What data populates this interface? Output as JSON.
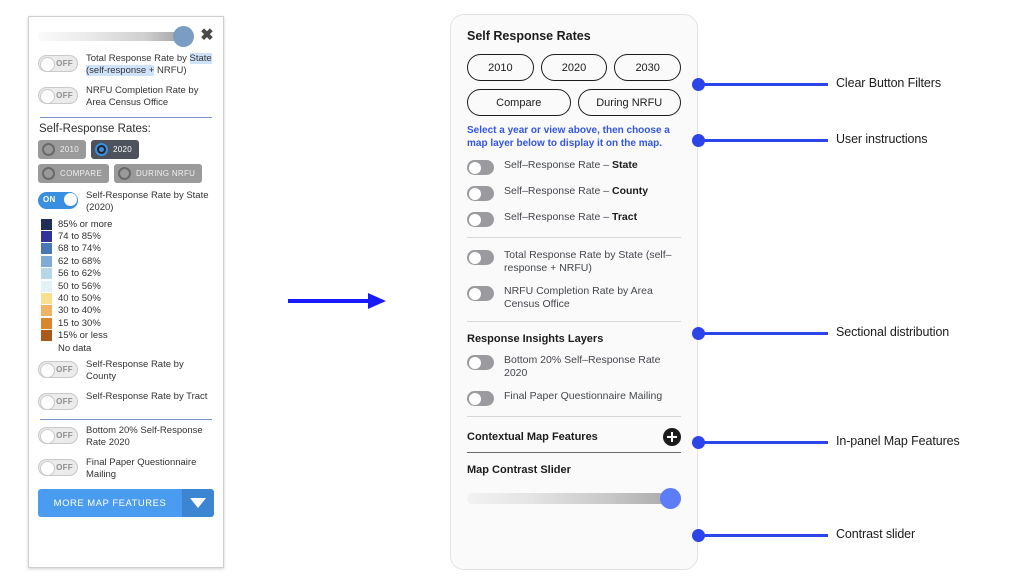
{
  "old_panel": {
    "close_icon": "close-icon",
    "slider": {
      "name": "map-contrast-slider",
      "value": 100
    },
    "toggles_top": [
      {
        "state": "OFF",
        "label_pre": "Total Response Rate by ",
        "label_hl": "State (self-response +",
        "label_post": " NRFU)"
      },
      {
        "state": "OFF",
        "label": "NRFU Completion Rate by Area Census Office"
      }
    ],
    "heading": "Self-Response Rates:",
    "radios": [
      {
        "label": "2010",
        "selected": false
      },
      {
        "label": "2020",
        "selected": true
      },
      {
        "label": "COMPARE",
        "selected": false
      },
      {
        "label": "DURING NRFU",
        "selected": false
      }
    ],
    "active_layer": {
      "state": "ON",
      "label": "Self-Response Rate by State (2020)"
    },
    "legend": [
      {
        "label": "85% or more",
        "color": "#1f2f55"
      },
      {
        "label": "74 to 85%",
        "color": "#33339c"
      },
      {
        "label": "68 to 74%",
        "color": "#4a77b8"
      },
      {
        "label": "62 to 68%",
        "color": "#7fabd6"
      },
      {
        "label": "56 to 62%",
        "color": "#b6d7e8"
      },
      {
        "label": "50 to 56%",
        "color": "#e3f2f7"
      },
      {
        "label": "40 to 50%",
        "color": "#f7e08f"
      },
      {
        "label": "30 to 40%",
        "color": "#f0b266"
      },
      {
        "label": "15 to 30%",
        "color": "#d9862f"
      },
      {
        "label": "15% or less",
        "color": "#aa5a1c"
      },
      {
        "label": "No data",
        "color": "transparent"
      }
    ],
    "toggles_mid": [
      {
        "state": "OFF",
        "label": "Self-Response Rate by County"
      },
      {
        "state": "OFF",
        "label": "Self-Response Rate by Tract"
      }
    ],
    "toggles_bottom": [
      {
        "state": "OFF",
        "label": "Bottom 20% Self-Response Rate 2020"
      },
      {
        "state": "OFF",
        "label": "Final Paper Questionnaire Mailing"
      }
    ],
    "more_button": {
      "label": "MORE MAP FEATURES",
      "caret_icon": "chevron-down-icon"
    }
  },
  "arrow": {
    "name": "transition-arrow",
    "color": "#1a1aff"
  },
  "new_panel": {
    "title": "Self Response Rates",
    "year_pills": [
      "2010",
      "2020",
      "2030"
    ],
    "view_pills": [
      "Compare",
      "During NRFU"
    ],
    "instructions": "Select a year or view above, then choose a map layer below to display it on the map.",
    "layer_toggles": [
      {
        "prefix": "Self–Response Rate – ",
        "strong": "State"
      },
      {
        "prefix": "Self–Response Rate – ",
        "strong": "County"
      },
      {
        "prefix": "Self–Response Rate – ",
        "strong": "Tract"
      }
    ],
    "other_toggles": [
      {
        "label": "Total Response Rate by State (self–response + NRFU)"
      },
      {
        "label": "NRFU Completion Rate by Area Census Office"
      }
    ],
    "insights_heading": "Response Insights Layers",
    "insights_toggles": [
      {
        "label": "Bottom 20% Self–Response Rate 2020"
      },
      {
        "label": "Final Paper Questionnaire Mailing"
      }
    ],
    "contextual": {
      "label": "Contextual Map Features",
      "plus_icon": "plus-icon"
    },
    "contrast": {
      "label": "Map Contrast Slider",
      "value": 100
    }
  },
  "annotations": [
    {
      "text": "Clear Button Filters"
    },
    {
      "text": "User instructions"
    },
    {
      "text": "Sectional distribution"
    },
    {
      "text": "In-panel Map Features"
    },
    {
      "text": "Contrast slider"
    }
  ],
  "colors": {
    "annotation_blue": "#2b45e8",
    "instruction_blue": "#3355e8",
    "toggle_on_blue": "#3b8fe0",
    "button_blue": "#4a9cf0",
    "slider_thumb": "#5c7cfa"
  }
}
